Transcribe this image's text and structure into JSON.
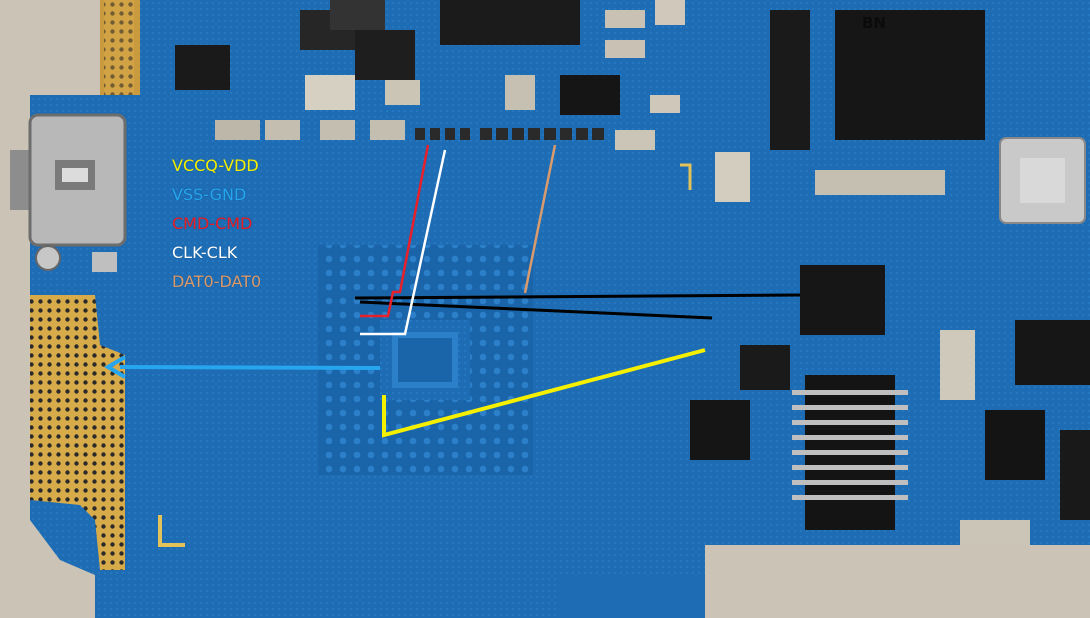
{
  "photo": {
    "description_colors": {
      "pcb": "#1f6fb8",
      "pcb_dark": "#155a98",
      "gold": "#d9ad4e",
      "background": "#c9c2b4"
    },
    "chip_label": "BN",
    "legend": [
      {
        "key": "vccq",
        "text": "VCCQ-VDD",
        "color": "#f5f000"
      },
      {
        "key": "vss",
        "text": "VSS-GND",
        "color": "#27a6f0"
      },
      {
        "key": "cmd",
        "text": "CMD-CMD",
        "color": "#e8202a"
      },
      {
        "key": "clk",
        "text": "CLK-CLK",
        "color": "#ffffff"
      },
      {
        "key": "dat0",
        "text": "DAT0-DAT0",
        "color": "#d99a6c"
      }
    ]
  }
}
